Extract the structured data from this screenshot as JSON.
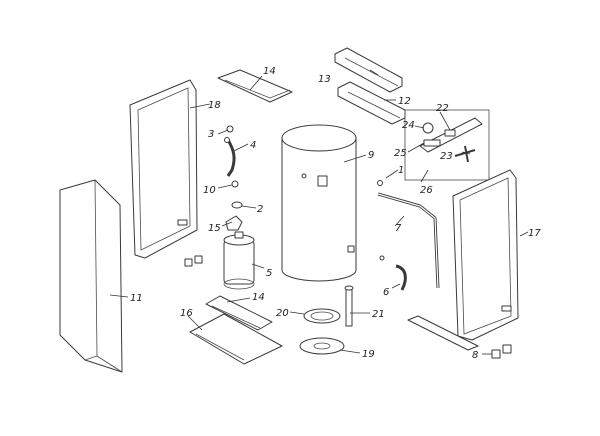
{
  "diagram": {
    "callouts": [
      "1",
      "2",
      "3",
      "4",
      "5",
      "6",
      "7",
      "8",
      "9",
      "10",
      "11",
      "12",
      "13",
      "14",
      "14",
      "15",
      "16",
      "17",
      "18",
      "19",
      "20",
      "21",
      "22",
      "23",
      "24",
      "25",
      "26"
    ]
  }
}
